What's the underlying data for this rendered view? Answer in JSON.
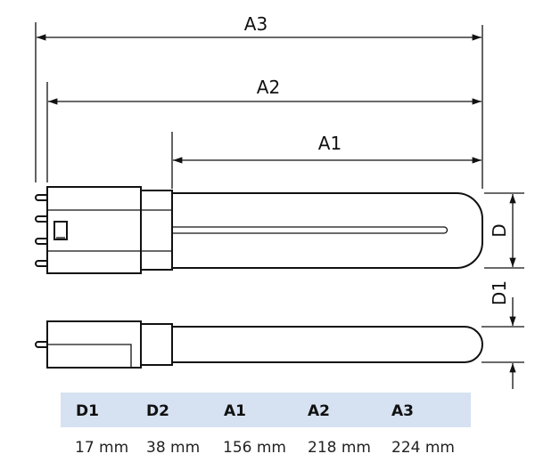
{
  "dimensions": {
    "a3_label": "A3",
    "a2_label": "A2",
    "a1_label": "A1",
    "d_label": "D",
    "d1_label": "D1"
  },
  "table": {
    "header_bg": "#d6e2f1",
    "columns": [
      {
        "header": "D1",
        "value": "17 mm"
      },
      {
        "header": "D2",
        "value": "38 mm"
      },
      {
        "header": "A1",
        "value": "156 mm"
      },
      {
        "header": "A2",
        "value": "218 mm"
      },
      {
        "header": "A3",
        "value": "224 mm"
      }
    ]
  }
}
